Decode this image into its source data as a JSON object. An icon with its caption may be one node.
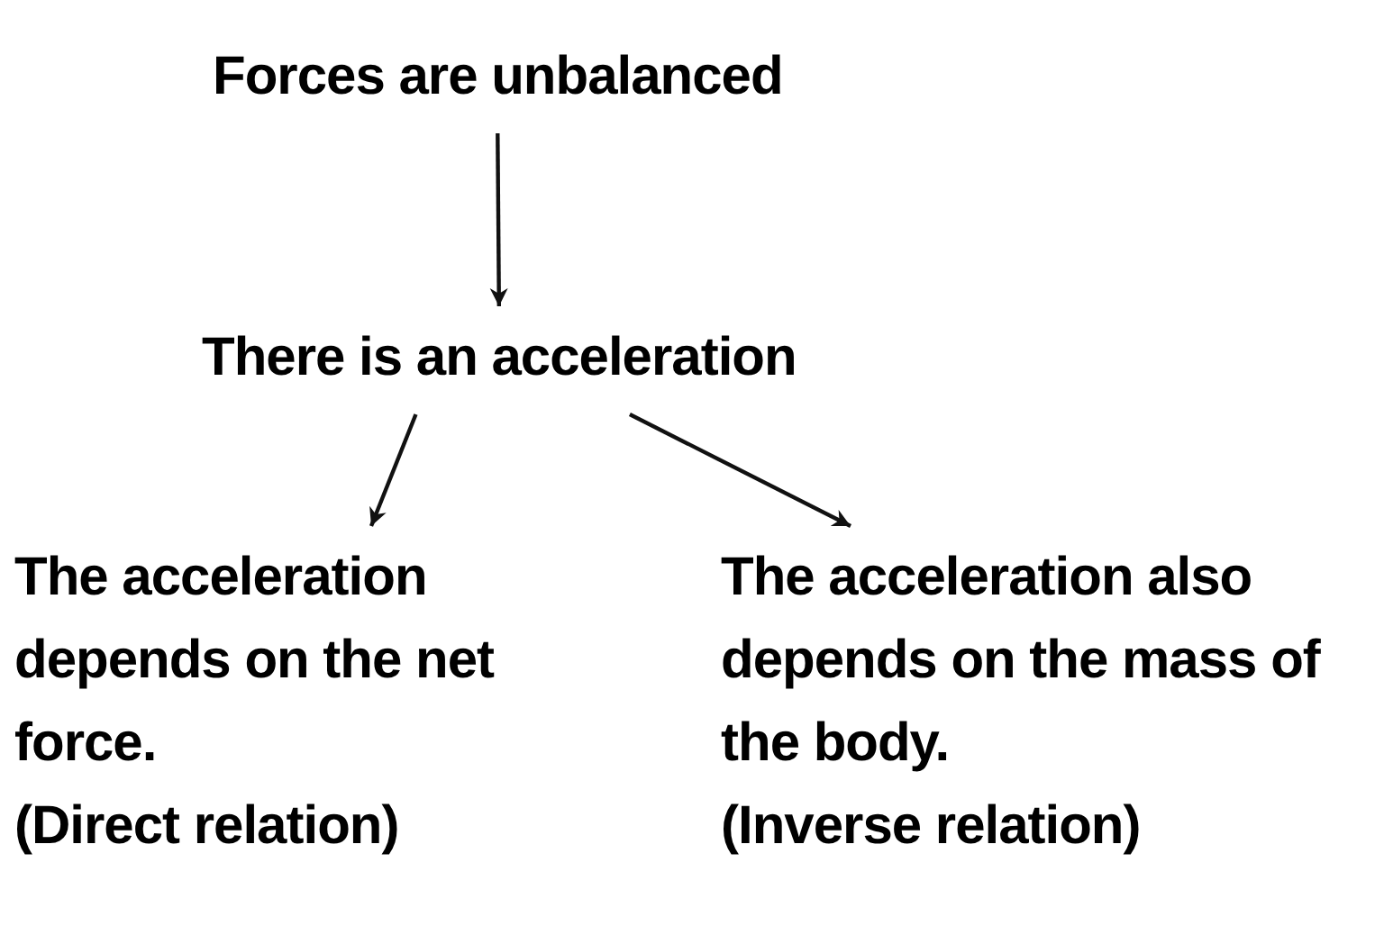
{
  "diagram": {
    "nodes": [
      {
        "text": [
          "Forces are unbalanced"
        ]
      },
      {
        "text": [
          "There is an acceleration"
        ]
      },
      {
        "text": [
          "The acceleration depends on the net force.",
          "(Direct relation)"
        ]
      },
      {
        "text": [
          "The acceleration also depends on the mass of the body.",
          "(Inverse relation)"
        ]
      }
    ],
    "edges": [
      {
        "from": 0,
        "to": 1,
        "arrow": "to"
      },
      {
        "from": 1,
        "to": 2,
        "arrow": "to"
      },
      {
        "from": 1,
        "to": 3,
        "arrow": "to"
      }
    ]
  }
}
